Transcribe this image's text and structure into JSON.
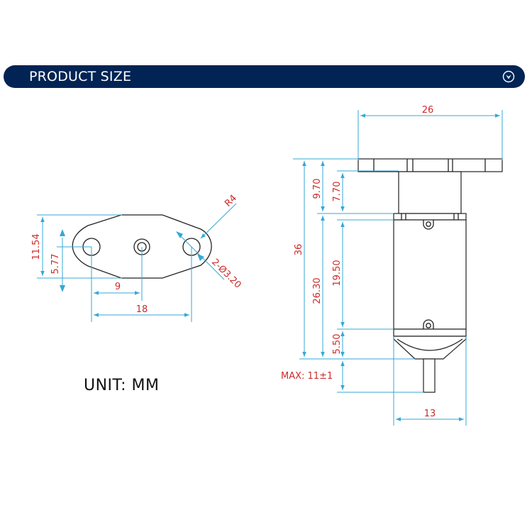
{
  "header": {
    "title": "PRODUCT SIZE",
    "icon": "chevron-down-circle-icon",
    "background_color": "#012454"
  },
  "unit_label": "UNIT: MM",
  "colors": {
    "dimension_line": "#35a8d6",
    "dimension_text": "#cc2b2b",
    "part_outline": "#222222"
  },
  "front_view": {
    "dimensions": {
      "height_total": "11.54",
      "height_half": "5.77",
      "hole_offset": "9",
      "hole_spacing": "18",
      "radius": "R4",
      "hole_diameter": "2-Ø3.20"
    }
  },
  "side_view": {
    "dimensions": {
      "flange_width": "26",
      "total_height": "36",
      "gearbox_height": "9.70",
      "gearbox_neck": "7.70",
      "body_lower": "26.30",
      "body_can": "19.50",
      "end_cap": "5.50",
      "shaft_length": "MAX: 11±1",
      "body_width": "13"
    }
  }
}
